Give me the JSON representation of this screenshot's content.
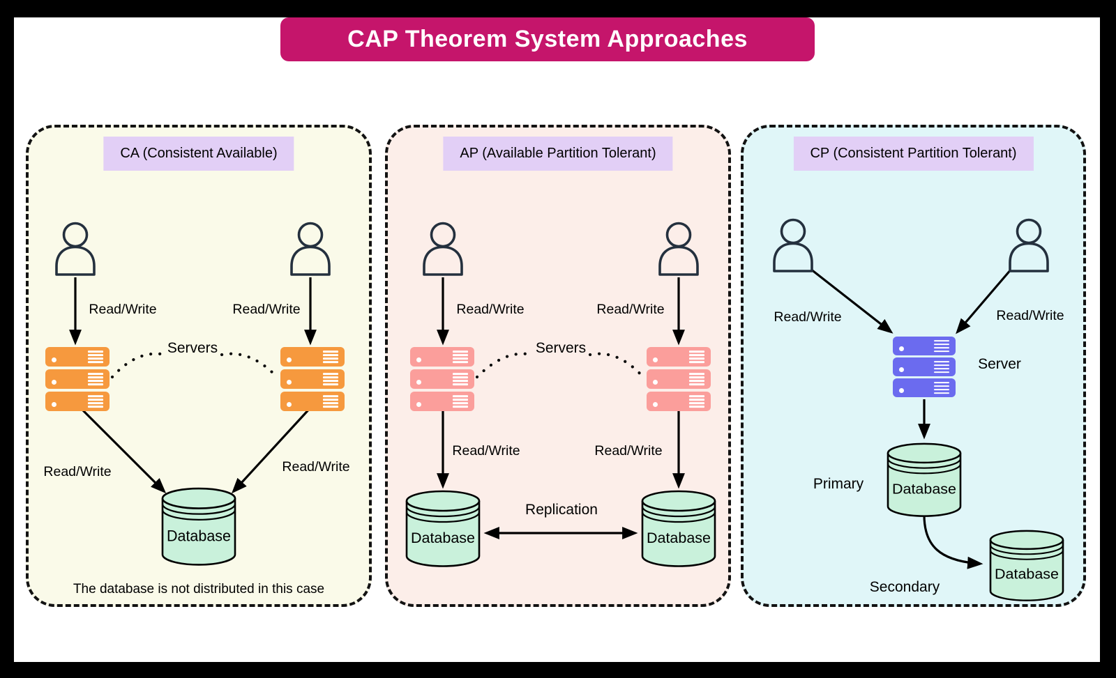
{
  "title": "CAP Theorem System Approaches",
  "colors": {
    "frame": "#000000",
    "page_background": "#FFFFFF",
    "banner_background": "#C5156B",
    "banner_text": "#FFFFFF",
    "panel_label_background": "#E2CFF6",
    "panel_ca_background": "#FAFAE9",
    "panel_ap_background": "#FCEEE9",
    "panel_cp_background": "#E0F6F8",
    "server_ca": "#F6993E",
    "server_ap": "#FB9E9B",
    "server_cp": "#6B6BEF",
    "database_fill": "#C9F1DB",
    "person_outline": "#24303E",
    "connector": "#000000"
  },
  "panels": [
    {
      "id": "ca",
      "title": "CA (Consistent Available)",
      "server_group_label": "Servers",
      "read_write_labels": [
        "Read/Write",
        "Read/Write",
        "Read/Write",
        "Read/Write"
      ],
      "databases": [
        "Database"
      ],
      "caption": "The database is not distributed in this case"
    },
    {
      "id": "ap",
      "title": "AP (Available Partition Tolerant)",
      "server_group_label": "Servers",
      "read_write_labels": [
        "Read/Write",
        "Read/Write",
        "Read/Write",
        "Read/Write"
      ],
      "replication_label": "Replication",
      "databases": [
        "Database",
        "Database"
      ]
    },
    {
      "id": "cp",
      "title": "CP (Consistent Partition Tolerant)",
      "server_label": "Server",
      "read_write_labels": [
        "Read/Write",
        "Read/Write"
      ],
      "primary_label": "Primary",
      "secondary_label": "Secondary",
      "databases": [
        "Database",
        "Database"
      ]
    }
  ]
}
